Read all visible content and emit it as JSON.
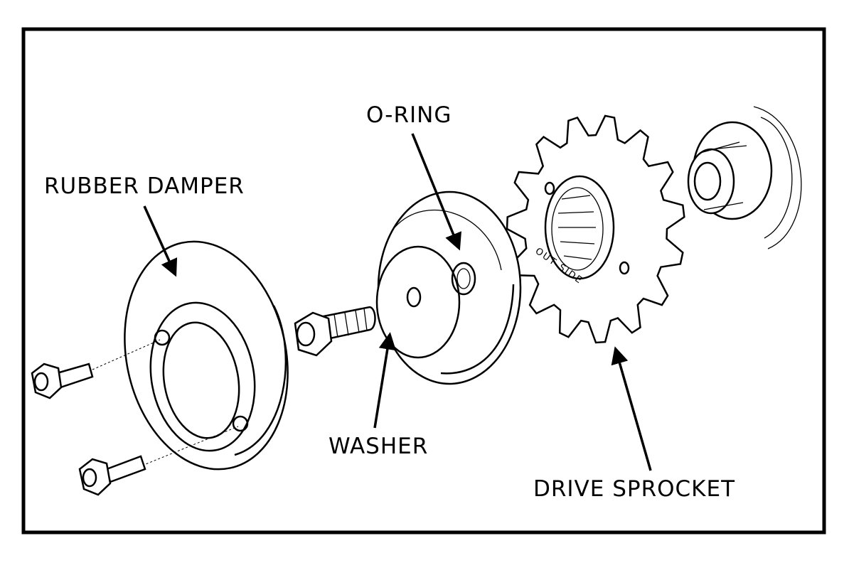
{
  "labels": {
    "o_ring": "O-RING",
    "rubber_damper": "RUBBER DAMPER",
    "washer": "WASHER",
    "drive_sprocket": "DRIVE SPROCKET",
    "sprocket_marking": "OUT SIDE"
  },
  "colors": {
    "ink": "#000000",
    "paper": "#ffffff"
  }
}
